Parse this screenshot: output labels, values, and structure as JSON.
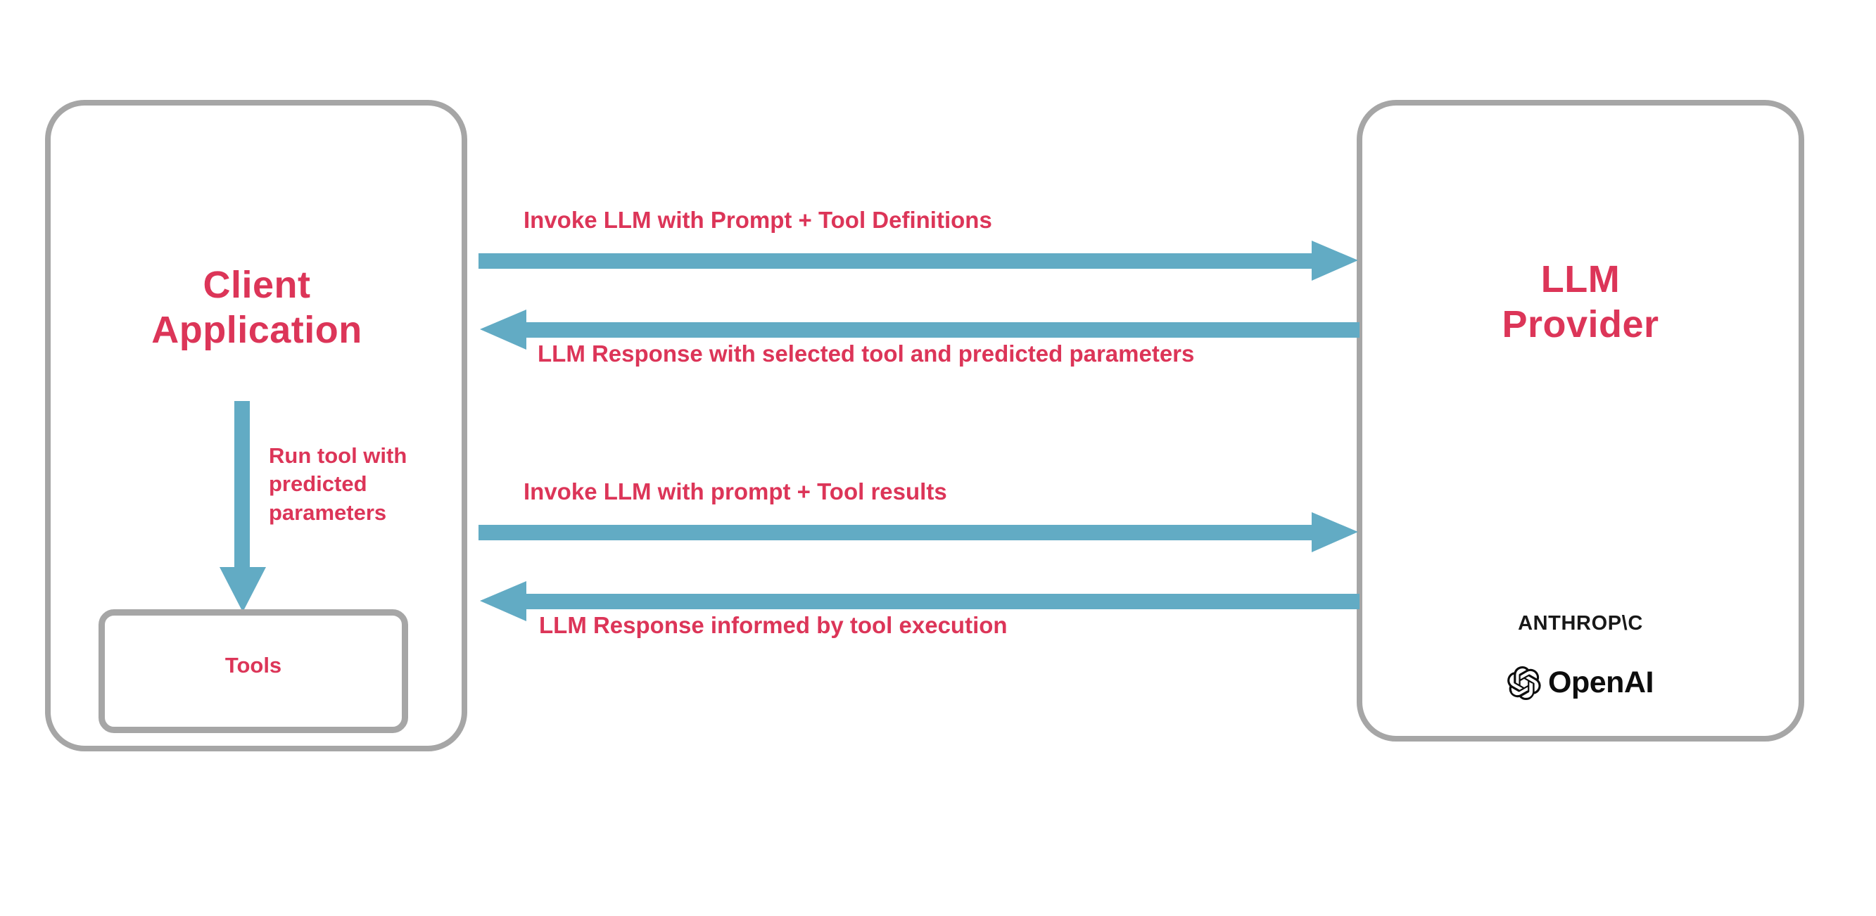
{
  "diagram": {
    "title": "LLM tool-calling sequence between a client application and an LLM provider",
    "colors": {
      "accent_text": "#dc3558",
      "arrow_blue": "#62abc4",
      "box_border_gray": "#a6a6a6",
      "logo_black": "#0d0d0d",
      "background": "#ffffff"
    }
  },
  "client": {
    "title": "Client\nApplication",
    "tools_label": "Tools",
    "run_tool_label": "Run tool with\npredicted\nparameters"
  },
  "provider": {
    "title": "LLM\nProvider",
    "vendors": [
      {
        "name": "anthropic",
        "wordmark": "ANTHROP\\C"
      },
      {
        "name": "openai",
        "wordmark": "OpenAI",
        "icon": "openai-blossom-icon"
      }
    ]
  },
  "edges": [
    {
      "id": "invoke-with-definitions",
      "label": "Invoke LLM with Prompt + Tool Definitions",
      "direction": "right",
      "from": "client",
      "to": "provider"
    },
    {
      "id": "llm-response-tool-selection",
      "label": "LLM Response with selected tool and predicted parameters",
      "direction": "left",
      "from": "provider",
      "to": "client"
    },
    {
      "id": "invoke-with-results",
      "label": "Invoke LLM with prompt + Tool results",
      "direction": "right",
      "from": "client",
      "to": "provider"
    },
    {
      "id": "llm-response-informed",
      "label": "LLM Response informed by tool execution",
      "direction": "left",
      "from": "provider",
      "to": "client"
    },
    {
      "id": "run-tool",
      "label": "Run tool with\npredicted\nparameters",
      "direction": "down",
      "from": "client",
      "to": "tools"
    }
  ]
}
